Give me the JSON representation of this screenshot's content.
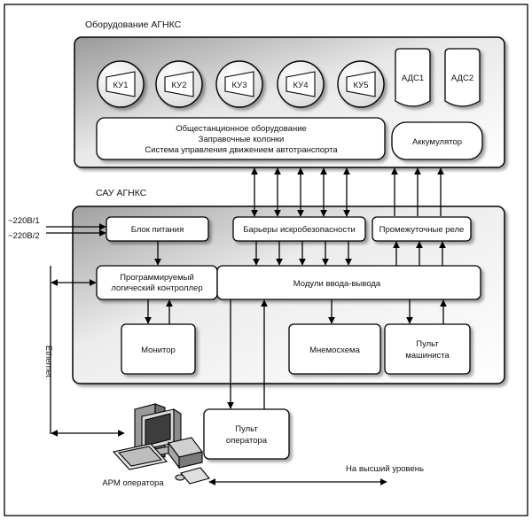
{
  "outer_frame": {},
  "equipment": {
    "title": "Оборудование АГНКС",
    "compressors": [
      "КУ1",
      "КУ2",
      "КУ3",
      "КУ4",
      "КУ5"
    ],
    "tanks": [
      "АДС1",
      "АДС2"
    ],
    "common": {
      "lines": [
        "Общестанционное оборудование",
        "Заправочные колонки",
        "Система управления движением автотранспорта"
      ]
    },
    "accumulator": "Аккумулятор"
  },
  "sau": {
    "title": "САУ АГНКС",
    "power": "Блок питания",
    "barriers": "Барьеры искробезопасности",
    "relays": "Промежуточные реле",
    "plc": [
      "Программируемый",
      "логический контроллер"
    ],
    "io": "Модули ввода-вывода",
    "monitor": "Монитор",
    "mnemo": "Мнемосхема",
    "driver_panel": [
      "Пульт",
      "машиниста"
    ]
  },
  "inputs": [
    "~220В/1",
    "~220В/2"
  ],
  "ethernet": "Ethernet",
  "operator_panel": [
    "Пульт",
    "оператора"
  ],
  "workstation": "АРМ оператора",
  "upper_level": "На высший уровень"
}
